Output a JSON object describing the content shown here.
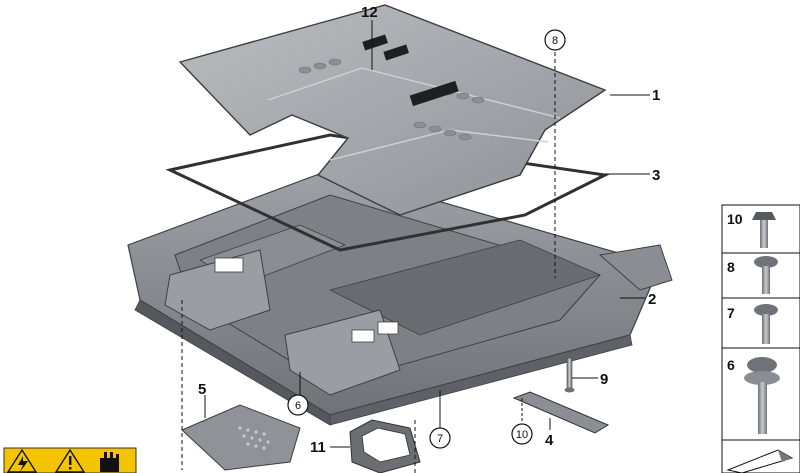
{
  "diagram": {
    "callouts": [
      {
        "id": "c1",
        "label": "1"
      },
      {
        "id": "c2",
        "label": "2"
      },
      {
        "id": "c3",
        "label": "3"
      },
      {
        "id": "c4",
        "label": "4"
      },
      {
        "id": "c5",
        "label": "5"
      },
      {
        "id": "c9",
        "label": "9"
      },
      {
        "id": "c11",
        "label": "11"
      },
      {
        "id": "c12",
        "label": "12"
      }
    ],
    "circled": [
      {
        "id": "o6",
        "label": "6"
      },
      {
        "id": "o7",
        "label": "7"
      },
      {
        "id": "o8",
        "label": "8"
      },
      {
        "id": "o10",
        "label": "10"
      }
    ],
    "fastener_panel": [
      {
        "label": "10"
      },
      {
        "label": "8"
      },
      {
        "label": "7"
      },
      {
        "label": "6"
      }
    ],
    "warning_icons": [
      "high-voltage-warning-icon",
      "general-warning-icon",
      "gloves-required-icon"
    ]
  }
}
